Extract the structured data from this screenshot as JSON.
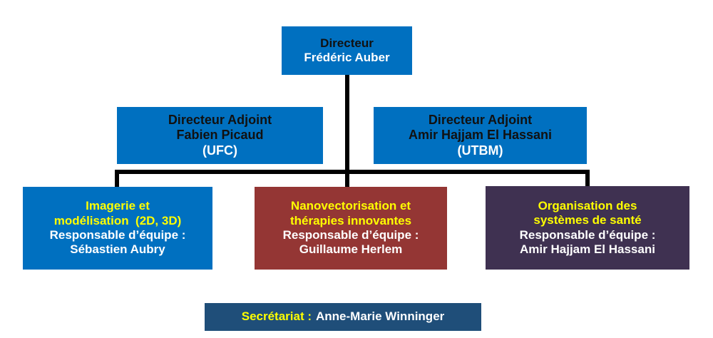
{
  "org_chart": {
    "director": {
      "role": "Directeur",
      "name": "Frédéric Auber"
    },
    "deputies": [
      {
        "role": "Directeur Adjoint",
        "name": "Fabien Picaud",
        "affiliation": "(UFC)"
      },
      {
        "role": "Directeur Adjoint",
        "name": "Amir Hajjam El Hassani",
        "affiliation": "(UTBM)"
      }
    ],
    "teams": [
      {
        "title_line1": "Imagerie et",
        "title_line2": "modélisation  (2D, 3D)",
        "leader_label": "Responsable d’équipe :",
        "leader_name": "Sébastien Aubry"
      },
      {
        "title_line1": "Nanovectorisation et",
        "title_line2": "thérapies innovantes",
        "leader_label": "Responsable d’équipe :",
        "leader_name": "Guillaume Herlem"
      },
      {
        "title_line1": "Organisation des",
        "title_line2": "systèmes de santé",
        "leader_label": "Responsable d’équipe :",
        "leader_name": "Amir Hajjam El Hassani"
      }
    ],
    "secretariat": {
      "label": "Secrétariat :",
      "name": "Anne-Marie Winninger"
    }
  },
  "colors": {
    "box_blue": "#0070c0",
    "box_red": "#943634",
    "box_purple": "#3f3151",
    "box_navy": "#1f4e79",
    "team_title": "#ffff00",
    "connector": "#000000"
  }
}
